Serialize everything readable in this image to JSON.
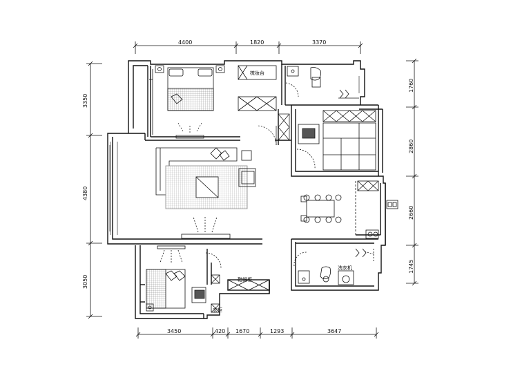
{
  "dimensions": {
    "top": [
      "4400",
      "1820",
      "3370"
    ],
    "bottom": [
      "3450",
      "420",
      "1670",
      "1293",
      "3647"
    ],
    "left": [
      "3350",
      "4380",
      "3050"
    ],
    "right": [
      "1760",
      "2860",
      "2660",
      "1745"
    ]
  },
  "room_labels": {
    "dressing_table": "梳妆台",
    "washing_machine": "洗衣机",
    "shoe_cabinet": "鞋帽柜",
    "wardrobe": "衣柜"
  },
  "colors": {
    "line": "#111111",
    "hatch": "#9a9a9a",
    "furniture_fill": "#555555"
  }
}
